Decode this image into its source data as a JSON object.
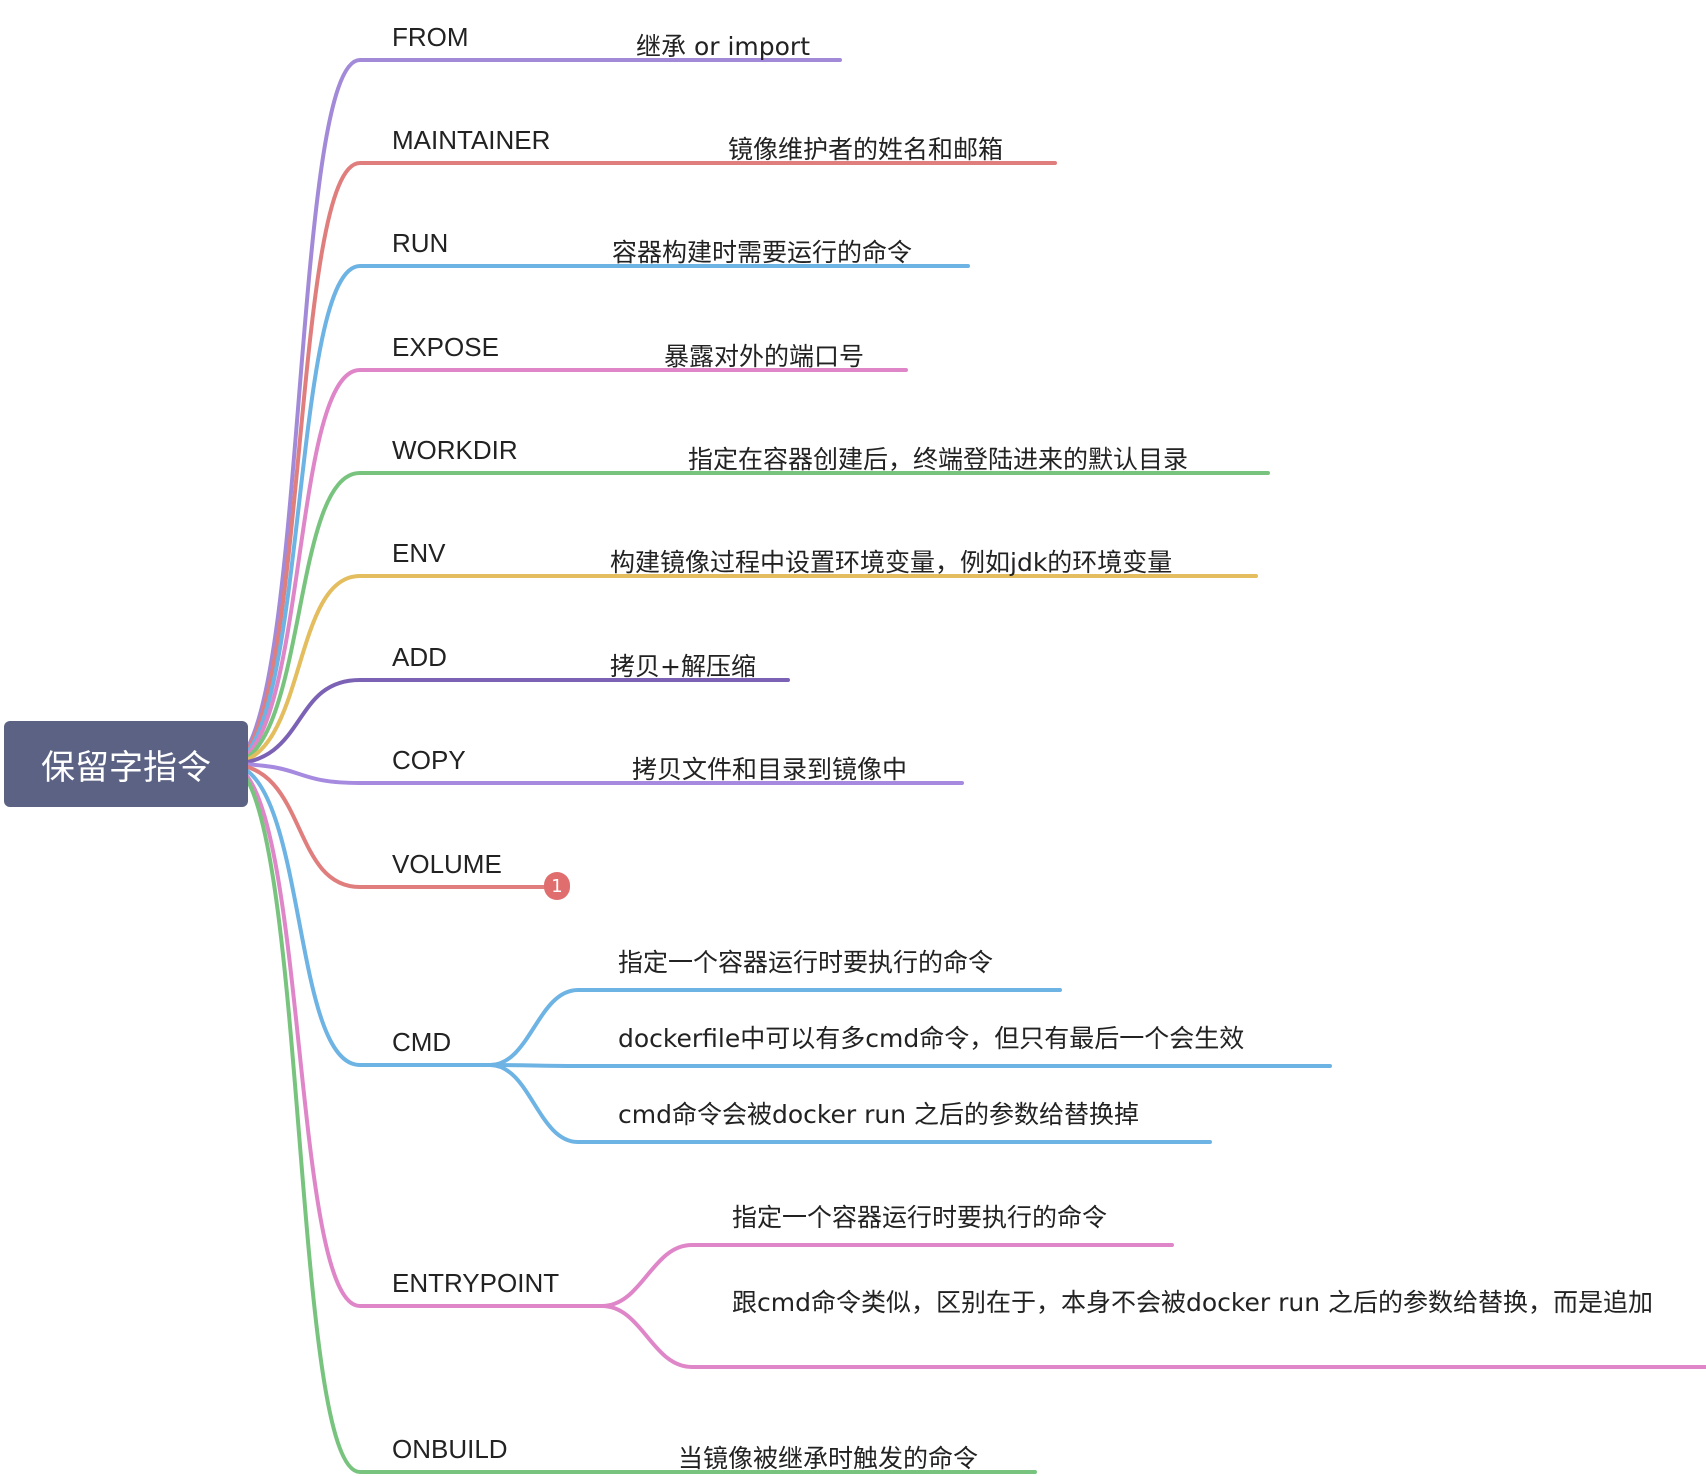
{
  "root": {
    "label": "保留字指令"
  },
  "branches": [
    {
      "label": "FROM",
      "color": "#a28ad9",
      "details": [
        "继承 or import"
      ]
    },
    {
      "label": "MAINTAINER",
      "color": "#e07e7e",
      "details": [
        "镜像维护者的姓名和邮箱"
      ]
    },
    {
      "label": "RUN",
      "color": "#6db3e3",
      "details": [
        "容器构建时需要运行的命令"
      ]
    },
    {
      "label": "EXPOSE",
      "color": "#df86c9",
      "details": [
        "暴露对外的端口号"
      ]
    },
    {
      "label": "WORKDIR",
      "color": "#78c47f",
      "details": [
        "指定在容器创建后，终端登陆进来的默认目录"
      ]
    },
    {
      "label": "ENV",
      "color": "#e3bd5e",
      "details": [
        "构建镜像过程中设置环境变量，例如jdk的环境变量"
      ]
    },
    {
      "label": "ADD",
      "color": "#7b62b5",
      "details": [
        "拷贝+解压缩"
      ]
    },
    {
      "label": "COPY",
      "color": "#a58ae0",
      "details": [
        "拷贝文件和目录到镜像中"
      ]
    },
    {
      "label": "VOLUME",
      "color": "#e07e7e",
      "details": [],
      "badge": "1"
    },
    {
      "label": "CMD",
      "color": "#6db3e3",
      "details": [
        "指定一个容器运行时要执行的命令",
        "dockerfile中可以有多cmd命令，但只有最后一个会生效",
        "cmd命令会被docker run 之后的参数给替换掉"
      ]
    },
    {
      "label": "ENTRYPOINT",
      "color": "#df86c9",
      "details": [
        "指定一个容器运行时要执行的命令",
        "跟cmd命令类似，区别在于，本身不会被docker run 之后的参数给替换，而是追加"
      ]
    },
    {
      "label": "ONBUILD",
      "color": "#78c47f",
      "details": [
        "当镜像被继承时触发的命令"
      ]
    }
  ]
}
